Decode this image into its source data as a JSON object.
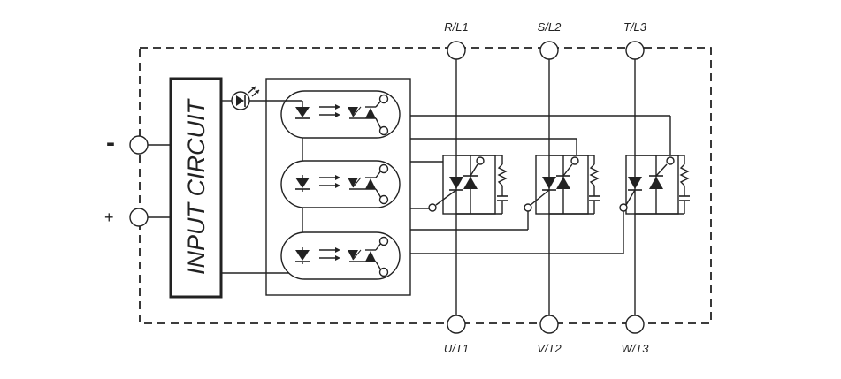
{
  "terminals": {
    "minus": "-",
    "plus": "+",
    "top": [
      "R/L1",
      "S/L2",
      "T/L3"
    ],
    "bottom": [
      "U/T1",
      "V/T2",
      "W/T3"
    ]
  },
  "input_block": {
    "label": "INPUT CIRCUIT"
  },
  "colors": {
    "line": "#222222",
    "background": "#ffffff"
  },
  "icons": [
    "led-icon",
    "optocoupler-icon",
    "diode-icon",
    "triac-icon",
    "thyristor-icon",
    "snubber-resistor-icon",
    "capacitor-icon"
  ]
}
